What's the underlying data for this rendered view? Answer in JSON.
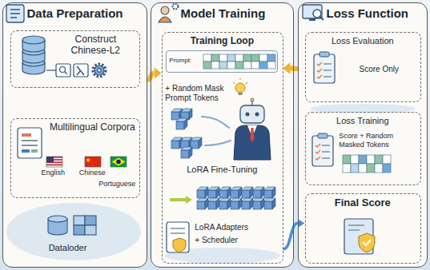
{
  "diagram": {
    "nodes": [
      {
        "text": [
          "Data Preparation",
          "Dataloder"
        ]
      },
      {
        "text": [
          "Construct Chinese-L2"
        ],
        "in": 0
      },
      {
        "text": [
          "Multilingual Corpora",
          "English",
          "Chinese",
          "Portuguese"
        ],
        "in": 0
      },
      {
        "text": [
          "Model Training"
        ]
      },
      {
        "text": [
          "Training Loop",
          "+ Random Mask Prompt Tokens",
          "LoRA Fine-Tuning",
          "LoRA Adapters",
          "+ Scheduler"
        ],
        "in": 3
      },
      {
        "text": [
          "Prompt:"
        ],
        "in": 4
      },
      {
        "text": [
          "Loss Function"
        ]
      },
      {
        "text": [
          "Loss Evaluation",
          "Score Only"
        ],
        "in": 6
      },
      {
        "text": [
          "Loss Training",
          "Score + Random Masked Tokens"
        ],
        "in": 6
      },
      {
        "text": [
          "Final Score"
        ],
        "in": 6
      }
    ],
    "edges": [
      {
        "from": 0,
        "to": 4,
        "arrow": "to"
      },
      {
        "from": 6,
        "to": 4,
        "arrow": "to"
      },
      {
        "from": 4,
        "to": 9,
        "arrow": "to"
      }
    ]
  }
}
